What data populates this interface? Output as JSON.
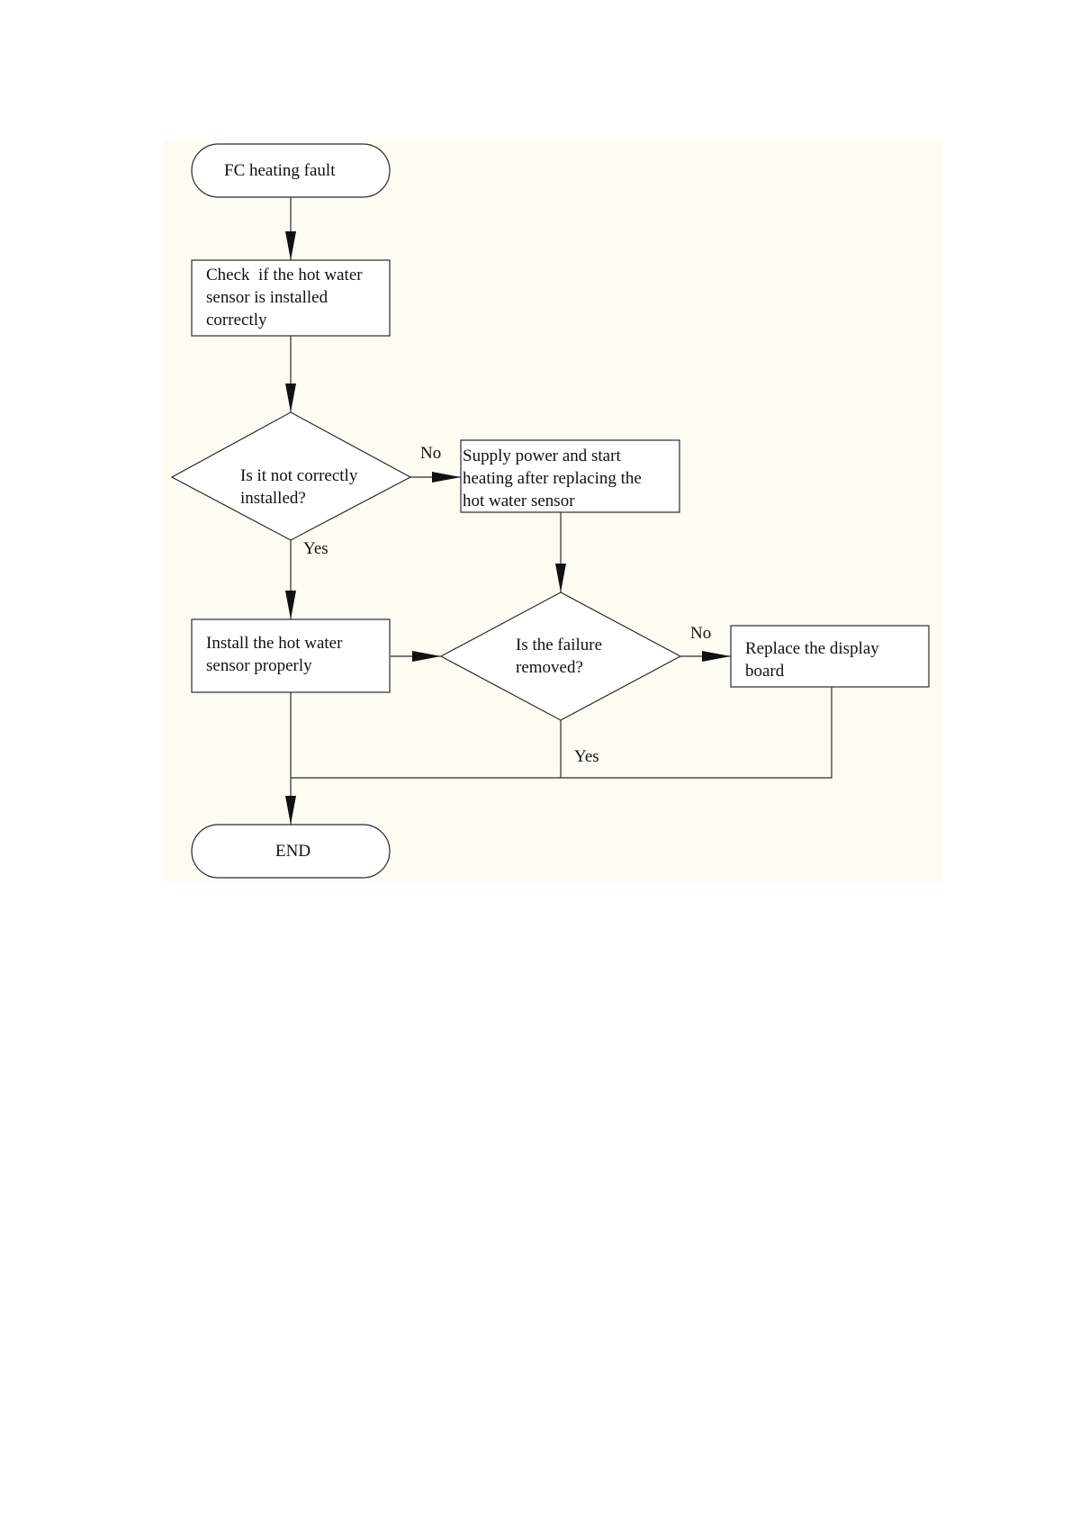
{
  "flowchart": {
    "nodes": {
      "start": {
        "lines": [
          "FC heating fault"
        ]
      },
      "check": {
        "lines": [
          "Check  if the hot water",
          "sensor is installed",
          "correctly"
        ]
      },
      "decision1": {
        "lines": [
          "Is it not correctly",
          "installed?"
        ]
      },
      "supply": {
        "lines": [
          "Supply power and start",
          "heating after replacing the",
          "hot water sensor"
        ]
      },
      "install": {
        "lines": [
          "Install the hot water",
          "sensor properly"
        ]
      },
      "decision2": {
        "lines": [
          "Is the failure",
          "removed?"
        ]
      },
      "replace": {
        "lines": [
          "Replace the display",
          "board"
        ]
      },
      "end": {
        "lines": [
          "END"
        ]
      }
    },
    "edge_labels": {
      "decision1_no": "No",
      "decision1_yes": "Yes",
      "decision2_no": "No",
      "decision2_yes": "Yes"
    },
    "colors": {
      "panel_background": "#fdfcf3",
      "stroke": "#2b2b2b",
      "text": "#111111"
    }
  }
}
